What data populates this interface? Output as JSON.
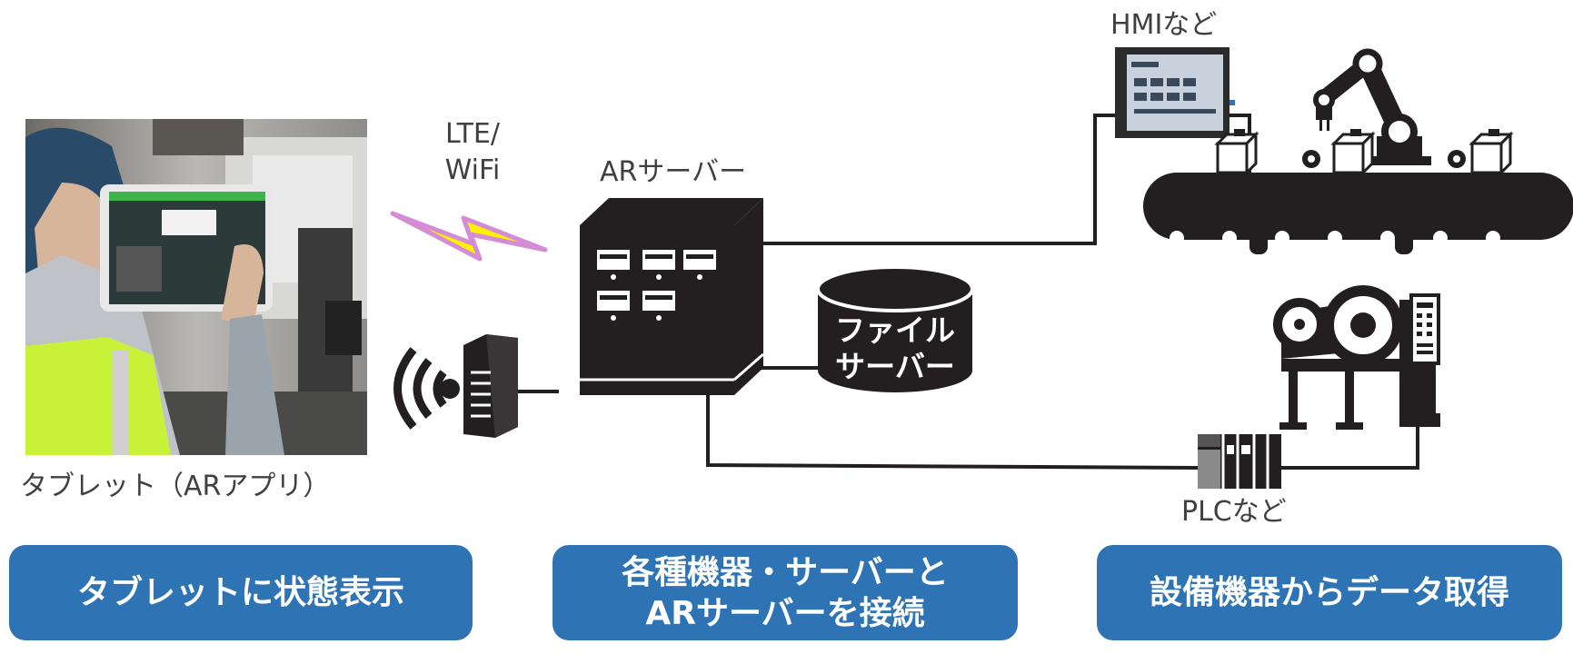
{
  "labels": {
    "tablet": "タブレット（ARアプリ）",
    "lte_line1": "LTE/",
    "lte_line2": "WiFi",
    "ar_server": "ARサーバー",
    "file_server_line1": "ファイル",
    "file_server_line2": "サーバー",
    "hmi": "HMIなど",
    "plc": "PLCなど"
  },
  "boxes": {
    "left": "タブレットに状態表示",
    "center_line1": "各種機器・サーバーと",
    "center_line2": "ARサーバーを接続",
    "right": "設備機器からデータ取得"
  },
  "colors": {
    "box_blue": "#2e74b5",
    "line": "#231f20",
    "lightning_fill": "#fff200",
    "lightning_edge": "#d48cd6",
    "hmi_screen": "#c9d2dc",
    "vest": "#c8f23a"
  },
  "icons": {
    "tablet_photo": "worker-with-tablet-photo",
    "lightning": "lightning-icon",
    "wifi": "wifi-router-icon",
    "ar_server": "server-cabinet-icon",
    "file_server": "database-cylinder-icon",
    "hmi": "hmi-panel-icon",
    "conveyor": "conveyor-robot-icon",
    "machine": "industrial-machine-icon",
    "plc": "plc-module-icon"
  }
}
